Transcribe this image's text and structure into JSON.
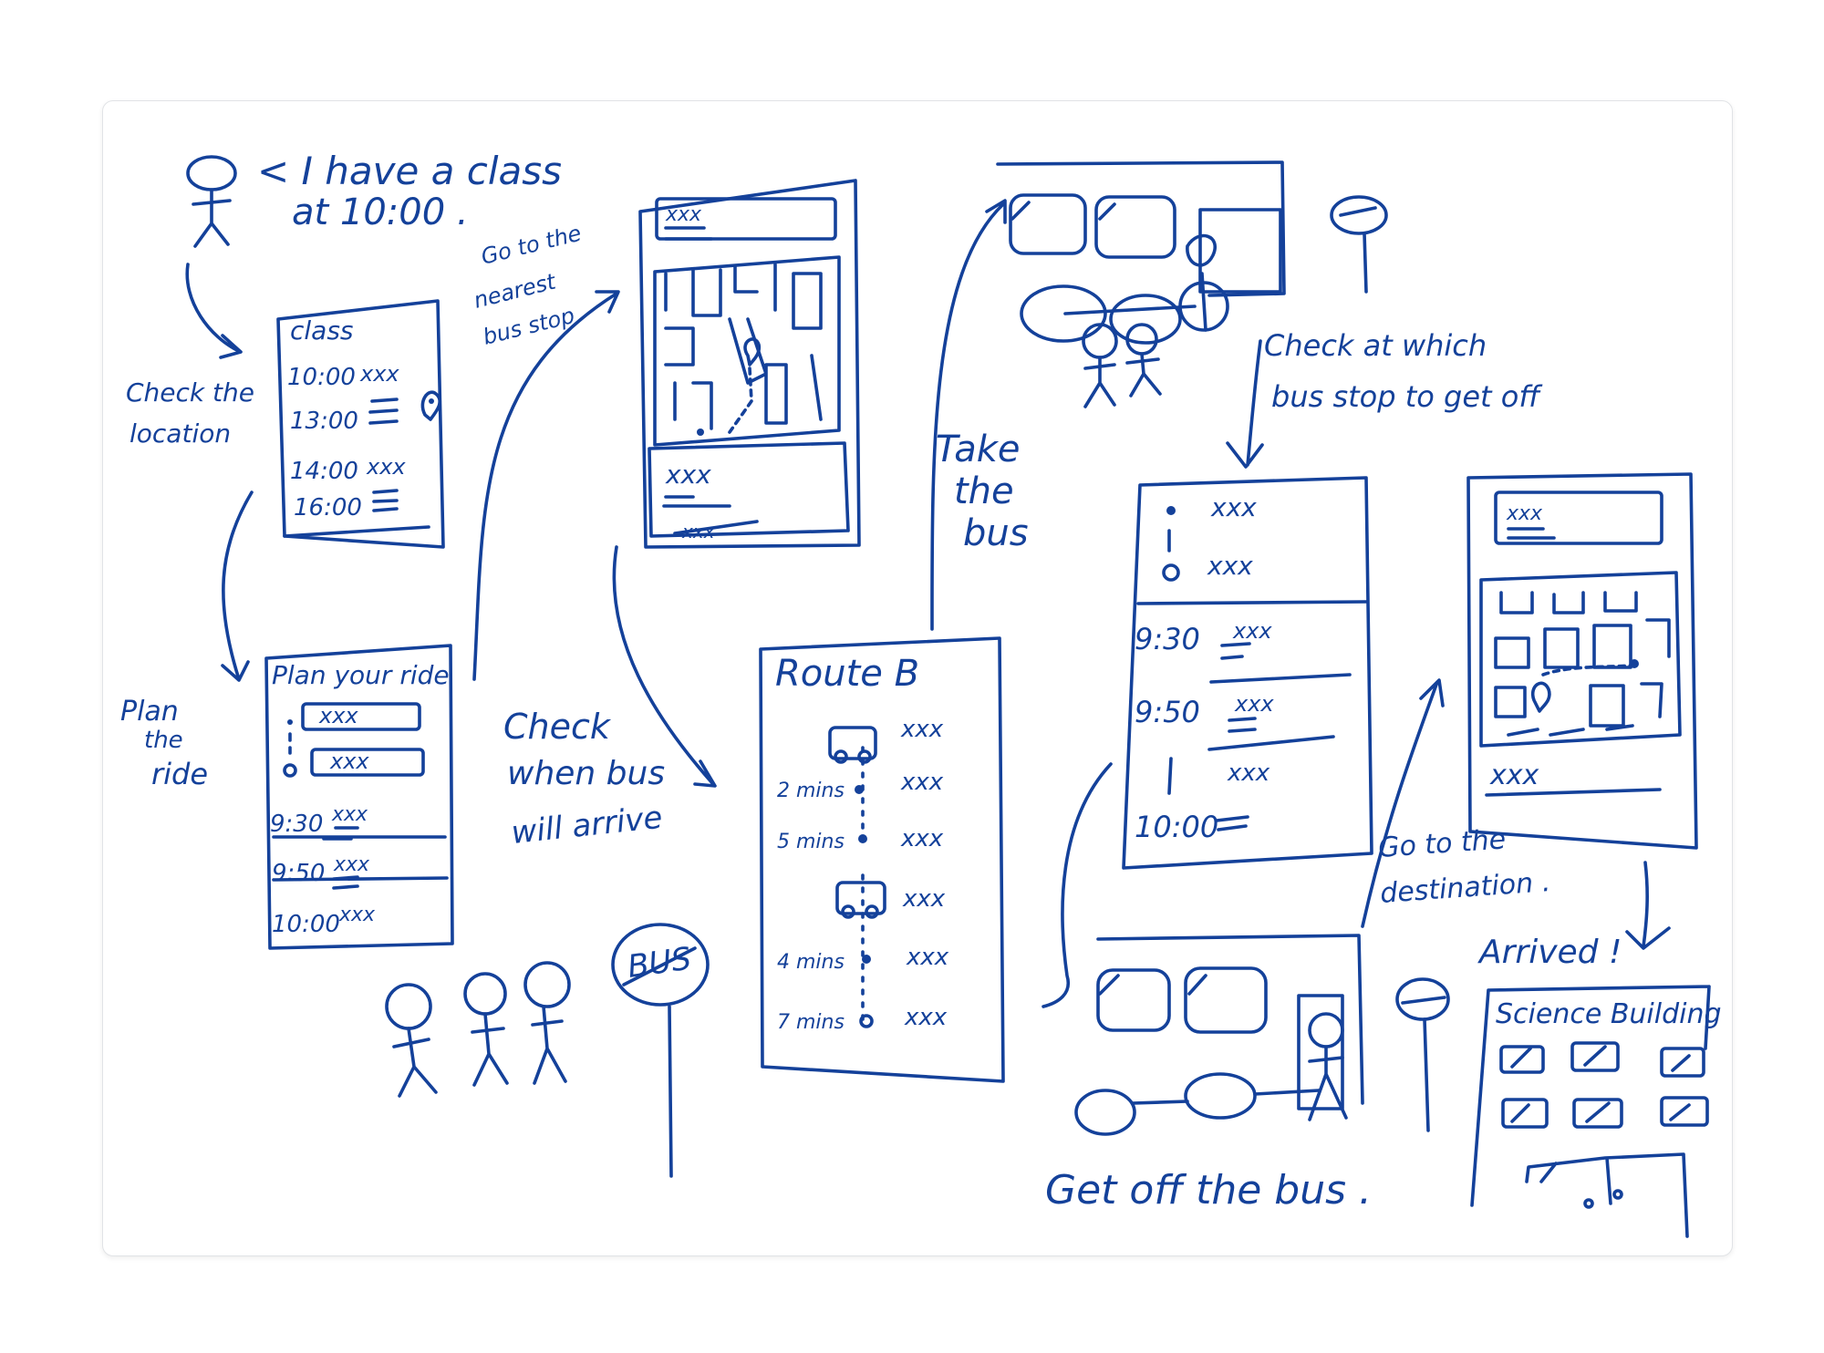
{
  "ink_color": "#14419a",
  "person_speech": "< I have a class",
  "person_speech_2": "at 10:00 .",
  "steps": {
    "check_location": [
      "Check the",
      "location"
    ],
    "plan_ride": [
      "Plan",
      "the",
      "ride"
    ],
    "go_nearest_stop": [
      "Go to the",
      "nearest",
      "bus stop"
    ],
    "check_bus_arrival": [
      "Check",
      "when bus",
      "will arrive"
    ],
    "take_bus": [
      "Take",
      "the",
      "bus"
    ],
    "check_get_off": [
      "Check at which",
      "bus stop to get off"
    ],
    "get_off": "Get off the bus .",
    "go_destination": [
      "Go to the",
      "destination ."
    ],
    "arrived": "Arrived !"
  },
  "class_screen": {
    "title": "class",
    "rows": [
      {
        "time": "10:00",
        "text": "xxx"
      },
      {
        "time": "13:00",
        "text": ""
      },
      {
        "time": "14:00",
        "text": "xxx"
      },
      {
        "time": "16:00",
        "text": ""
      }
    ]
  },
  "plan_screen": {
    "title": "Plan your ride",
    "from": "xxx",
    "to": "xxx",
    "rows": [
      {
        "time": "9:30",
        "text": "xxx"
      },
      {
        "time": "9:50",
        "text": "xxx"
      },
      {
        "time": "10:00",
        "text": "xxx"
      }
    ]
  },
  "map_screen": {
    "search": "xxx",
    "card_title": "xxx",
    "card_link": "xxx"
  },
  "route_screen": {
    "title": "Route B",
    "stops": [
      {
        "mins": "",
        "name": "xxx"
      },
      {
        "mins": "2 mins",
        "name": "xxx"
      },
      {
        "mins": "5 mins",
        "name": "xxx"
      },
      {
        "mins": "",
        "name": "xxx"
      },
      {
        "mins": "4 mins",
        "name": "xxx"
      },
      {
        "mins": "7 mins",
        "name": "xxx"
      }
    ]
  },
  "trip_screen": {
    "from": "xxx",
    "to": "xxx",
    "rows": [
      {
        "time": "9:30",
        "text": "xxx"
      },
      {
        "time": "9:50",
        "text": "xxx"
      },
      {
        "time": "",
        "text": "xxx"
      },
      {
        "time": "10:00",
        "text": ""
      }
    ]
  },
  "dest_screen": {
    "search": "xxx",
    "footer": "xxx"
  },
  "bus_sign": "BUS",
  "building": "Science Building"
}
